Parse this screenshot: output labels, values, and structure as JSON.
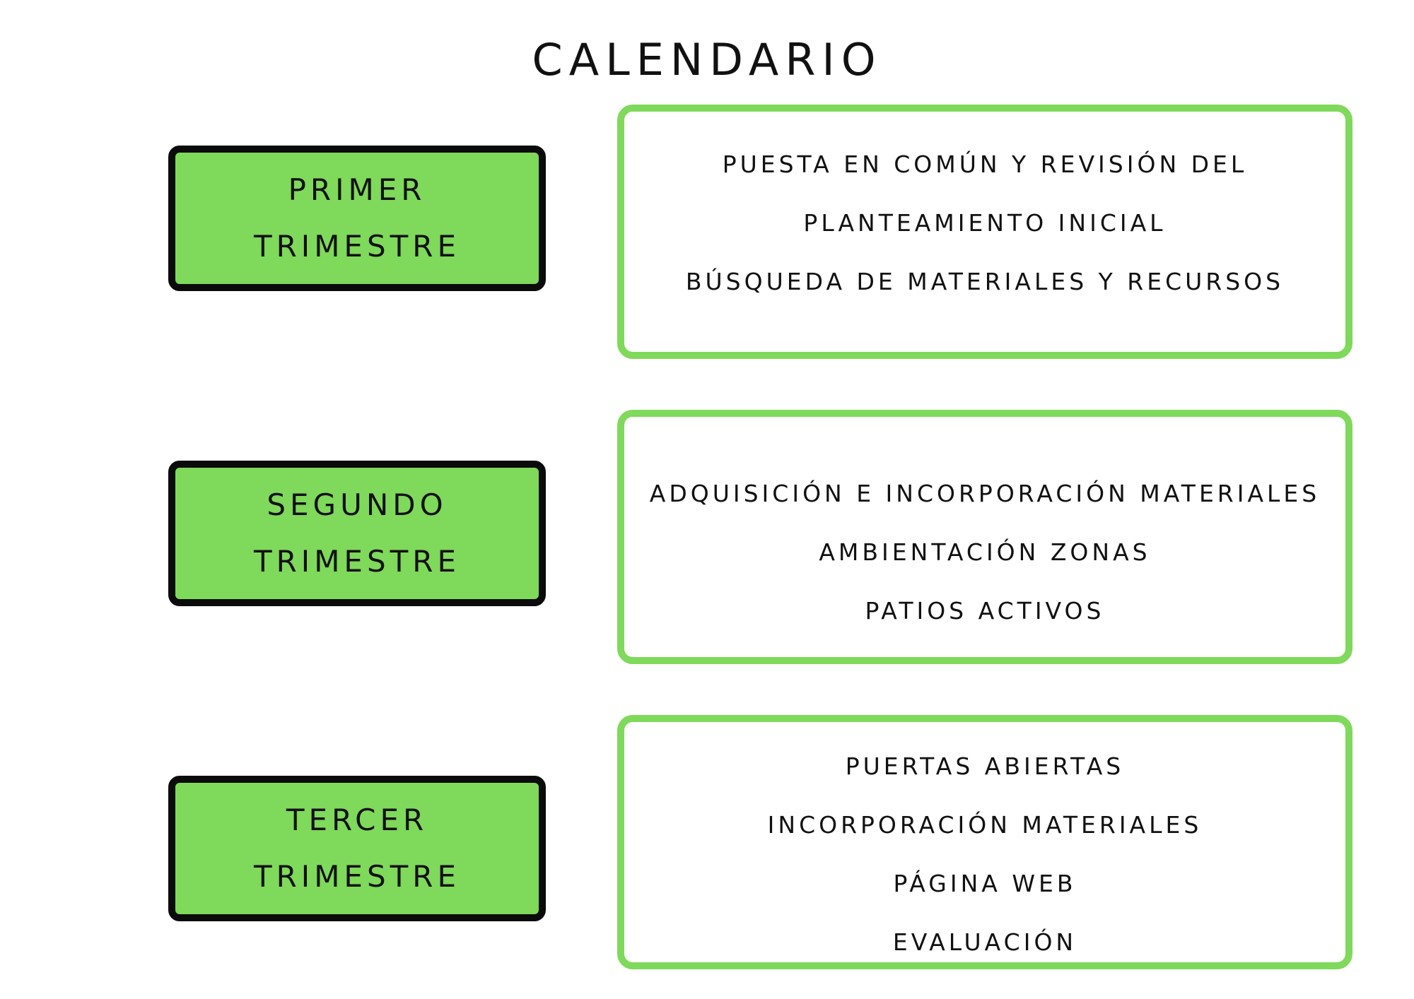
{
  "title": "CALENDARIO",
  "colors": {
    "accent_green": "#7fd95a",
    "border_dark": "#0b0b0b",
    "text": "#111111"
  },
  "rows": [
    {
      "label": [
        "PRIMER",
        "TRIMESTRE"
      ],
      "items": [
        "PUESTA EN COMÚN Y REVISIÓN DEL",
        "PLANTEAMIENTO INICIAL",
        "BÚSQUEDA DE MATERIALES Y RECURSOS"
      ]
    },
    {
      "label": [
        "SEGUNDO",
        "TRIMESTRE"
      ],
      "items": [
        "ADQUISICIÓN E INCORPORACIÓN MATERIALES",
        "AMBIENTACIÓN ZONAS",
        "PATIOS ACTIVOS"
      ]
    },
    {
      "label": [
        "TERCER",
        "TRIMESTRE"
      ],
      "items": [
        "PUERTAS ABIERTAS",
        "INCORPORACIÓN MATERIALES",
        "PÁGINA WEB",
        "EVALUACIÓN"
      ]
    }
  ]
}
